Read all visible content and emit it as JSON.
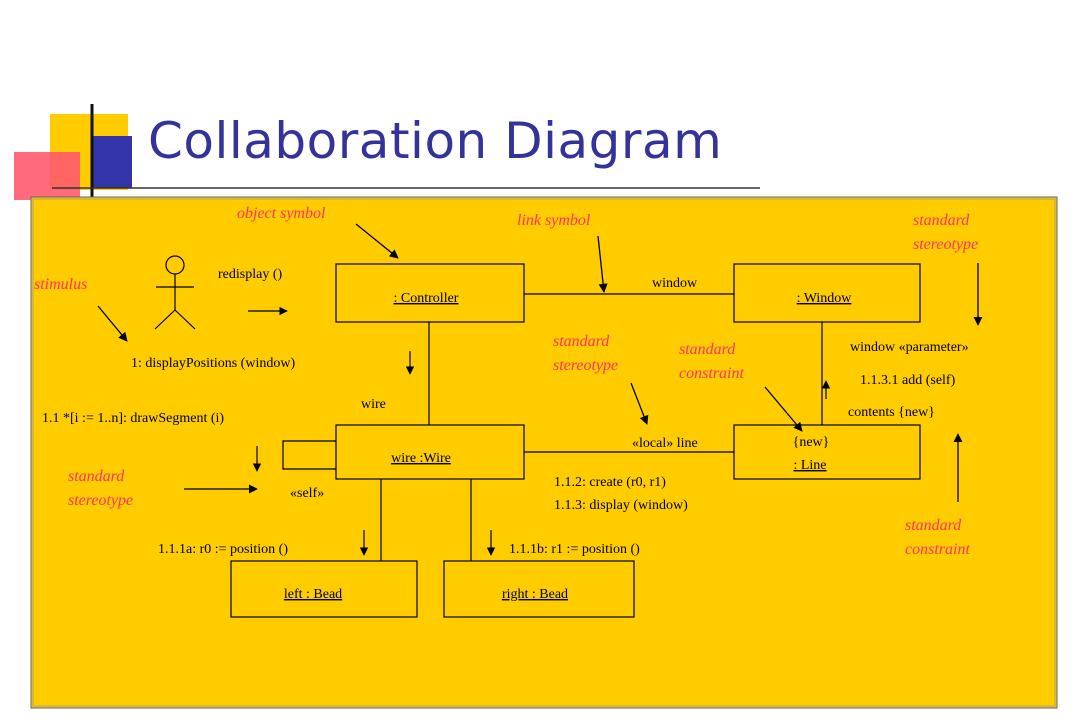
{
  "slide": {
    "title": "Collaboration Diagram"
  },
  "colors": {
    "panel": "#ffcc00",
    "title": "#333399",
    "annotation": "#ff3366",
    "ink": "#000000"
  },
  "objects": {
    "controller": ": Controller",
    "window": ": Window",
    "wire": "wire :Wire",
    "line_constraint": "{new}",
    "line": ": Line",
    "left_bead": "left : Bead",
    "right_bead": "right : Bead"
  },
  "messages": {
    "redisplay": "redisplay ()",
    "display_positions": "1: displayPositions (window)",
    "draw_segment": "1.1 *[i := 1..n]: drawSegment (i)",
    "position_r0": "1.1.1a: r0 := position ()",
    "position_r1": "1.1.1b: r1 := position ()",
    "create": "1.1.2: create (r0, r1)",
    "display": "1.1.3: display (window)",
    "add_self": "1.1.3.1 add (self)"
  },
  "link_labels": {
    "window": "window",
    "wire": "wire",
    "local_line": "«local» line",
    "self": "«self»",
    "window_parameter": "window «parameter»",
    "contents_new": "contents {new}"
  },
  "annotations": {
    "object_symbol": "object symbol",
    "link_symbol": "link symbol",
    "stimulus": "stimulus",
    "stereotype_tr_1": "standard",
    "stereotype_tr_2": "stereotype",
    "stereotype_mid_1": "standard",
    "stereotype_mid_2": "stereotype",
    "constraint_mid_1": "standard",
    "constraint_mid_2": "constraint",
    "stereotype_left_1": "standard",
    "stereotype_left_2": "stereotype",
    "constraint_br_1": "standard",
    "constraint_br_2": "constraint"
  },
  "icons": {
    "actor": "stick-figure-icon"
  }
}
